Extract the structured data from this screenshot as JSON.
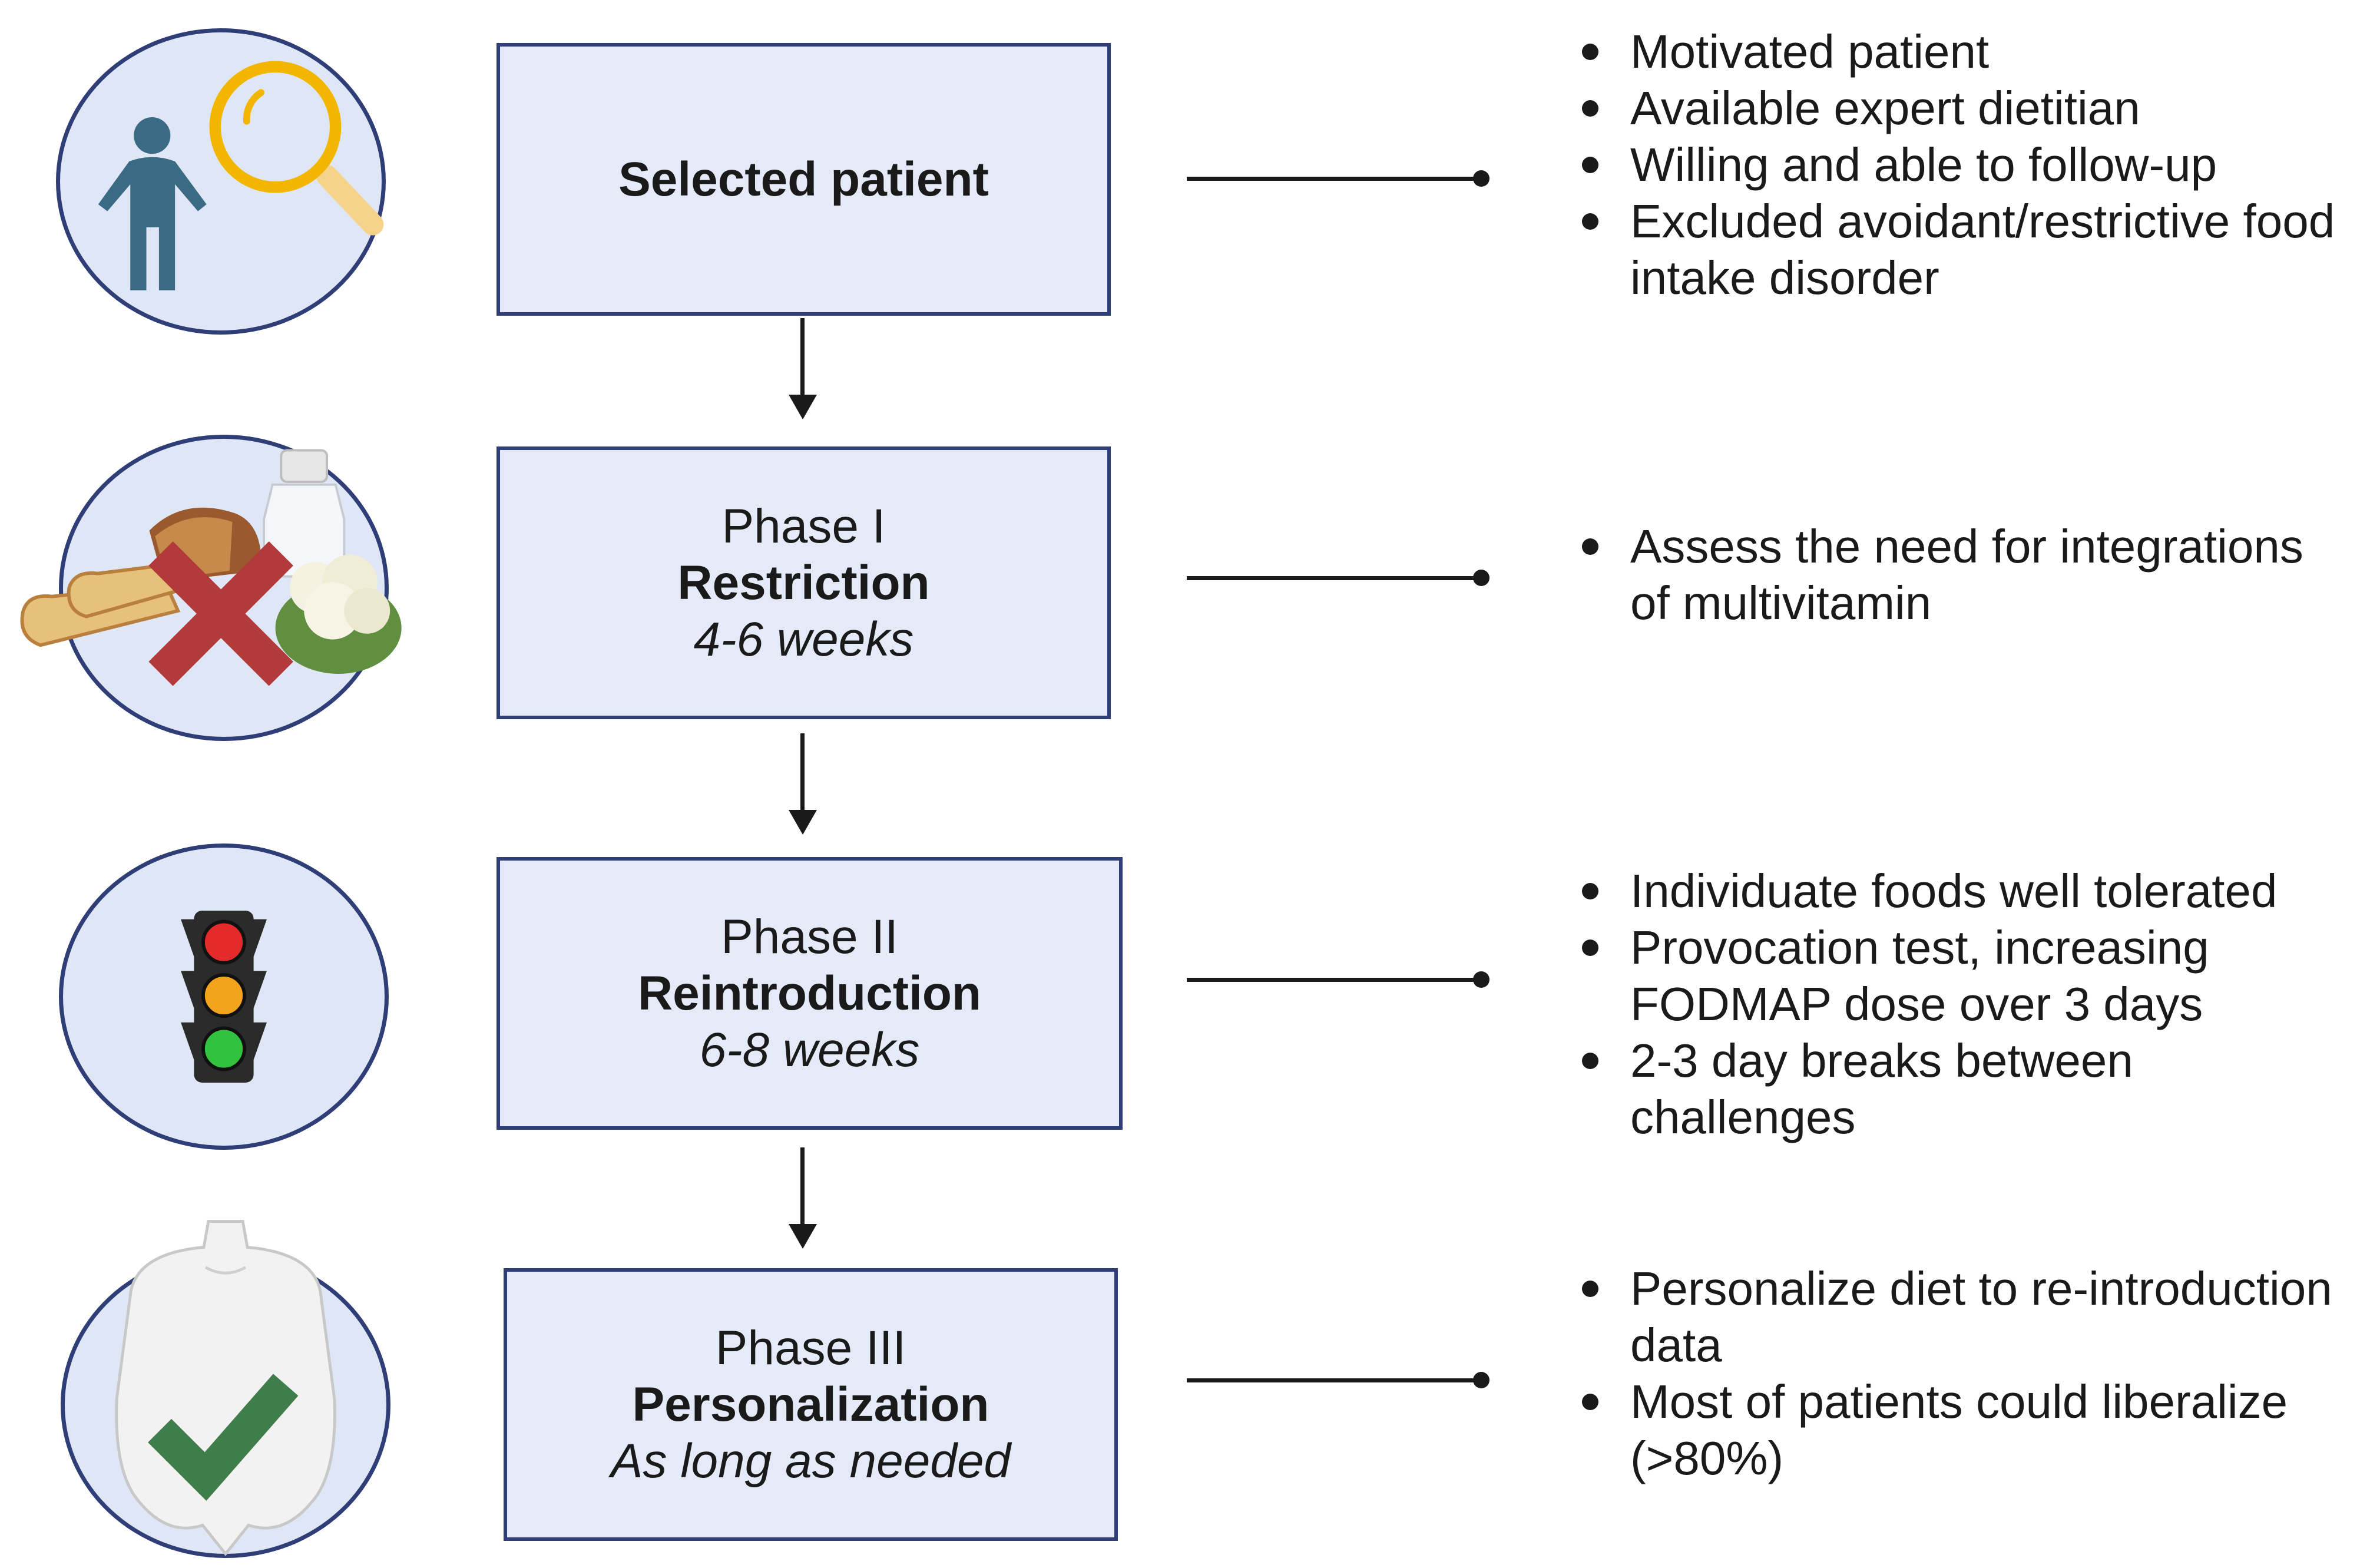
{
  "steps": [
    {
      "icon": "magnifier-person-icon",
      "line1": "",
      "title": "Selected patient",
      "duration": "",
      "bullets": [
        "Motivated patient",
        "Available expert dietitian",
        "Willing and able to follow-up",
        "Excluded avoidant/restrictive food intake disorder"
      ]
    },
    {
      "icon": "restricted-food-icon",
      "line1": "Phase I",
      "title": "Restriction",
      "duration": "4-6 weeks",
      "bullets": [
        "Assess the need for integrations of multivitamin"
      ]
    },
    {
      "icon": "traffic-light-icon",
      "line1": "Phase II",
      "title": "Reintroduction",
      "duration": "6-8 weeks",
      "bullets": [
        "Individuate foods well tolerated",
        "Provocation test, increasing FODMAP dose over 3 days",
        "2-3 day breaks between challenges"
      ]
    },
    {
      "icon": "body-checkmark-icon",
      "line1": "Phase III",
      "title": "Personalization",
      "duration": "As long as needed",
      "bullets": [
        "Personalize diet to re-introduction data",
        "Most of patients could liberalize (>80%)"
      ]
    }
  ],
  "colors": {
    "box_fill": "#e5eaf8",
    "box_border": "#2f3e77",
    "circle_fill": "#dfe7f7",
    "check": "#3f7d4b",
    "cross": "#b23a3a",
    "magnifier": "#f2b600",
    "person": "#3b6a84"
  }
}
